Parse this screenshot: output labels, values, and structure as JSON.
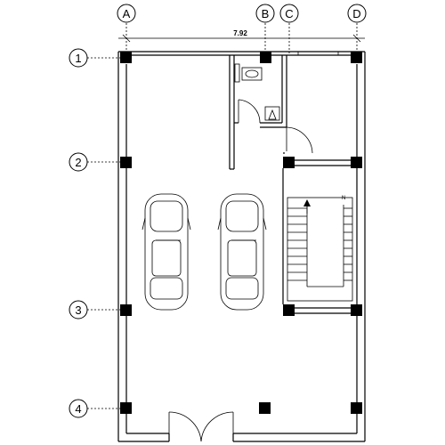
{
  "grid_columns": [
    "A",
    "B",
    "C",
    "D"
  ],
  "grid_rows": [
    "1",
    "2",
    "3",
    "4"
  ],
  "dimension": "7.92",
  "stair_mark": "N"
}
